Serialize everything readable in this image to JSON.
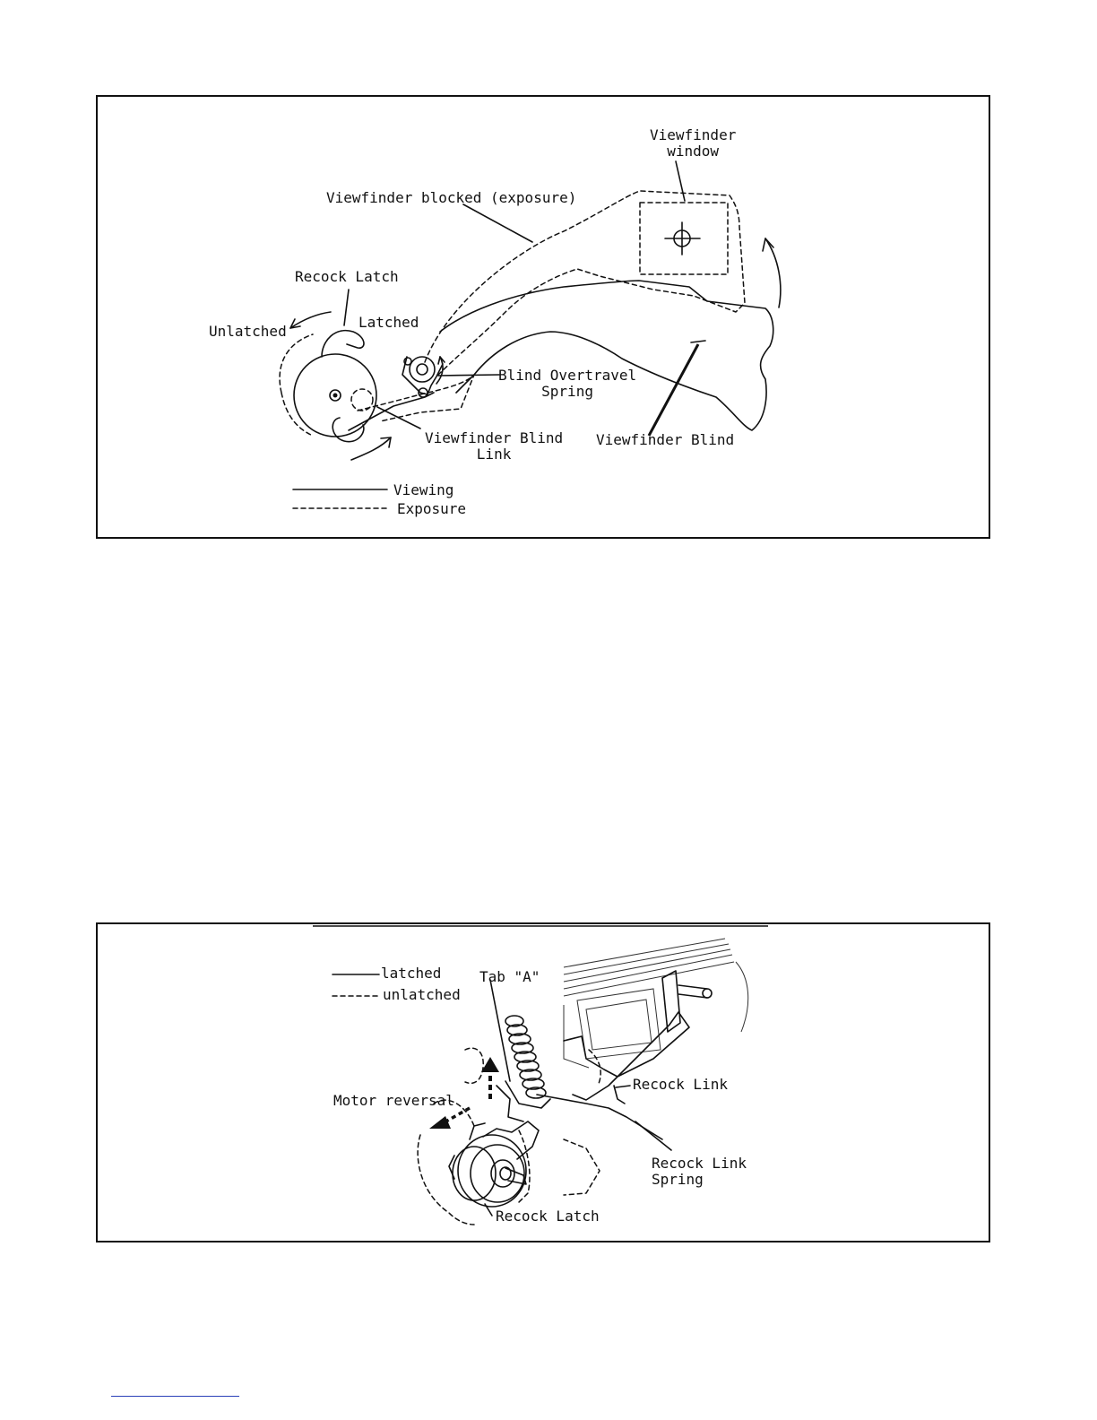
{
  "figure_top": {
    "labels": {
      "viewfinder_window": "Viewfinder\nwindow",
      "viewfinder_blocked": "Viewfinder blocked (exposure)",
      "recock_latch": "Recock Latch",
      "unlatched": "Unlatched",
      "latched": "Latched",
      "blind_overtravel_spring": "Blind Overtravel\nSpring",
      "viewfinder_blind_link": "Viewfinder Blind\nLink",
      "viewfinder_blind": "Viewfinder Blind"
    },
    "legend": {
      "viewing": "Viewing",
      "exposure": "Exposure"
    }
  },
  "figure_bottom": {
    "legend": {
      "latched": "latched",
      "unlatched": "unlatched"
    },
    "labels": {
      "tab_a": "Tab \"A\"",
      "motor_reversal": "Motor reversal",
      "recock_link": "Recock Link",
      "recock_link_spring": "Recock Link\nSpring",
      "recock_latch": "Recock Latch"
    }
  }
}
